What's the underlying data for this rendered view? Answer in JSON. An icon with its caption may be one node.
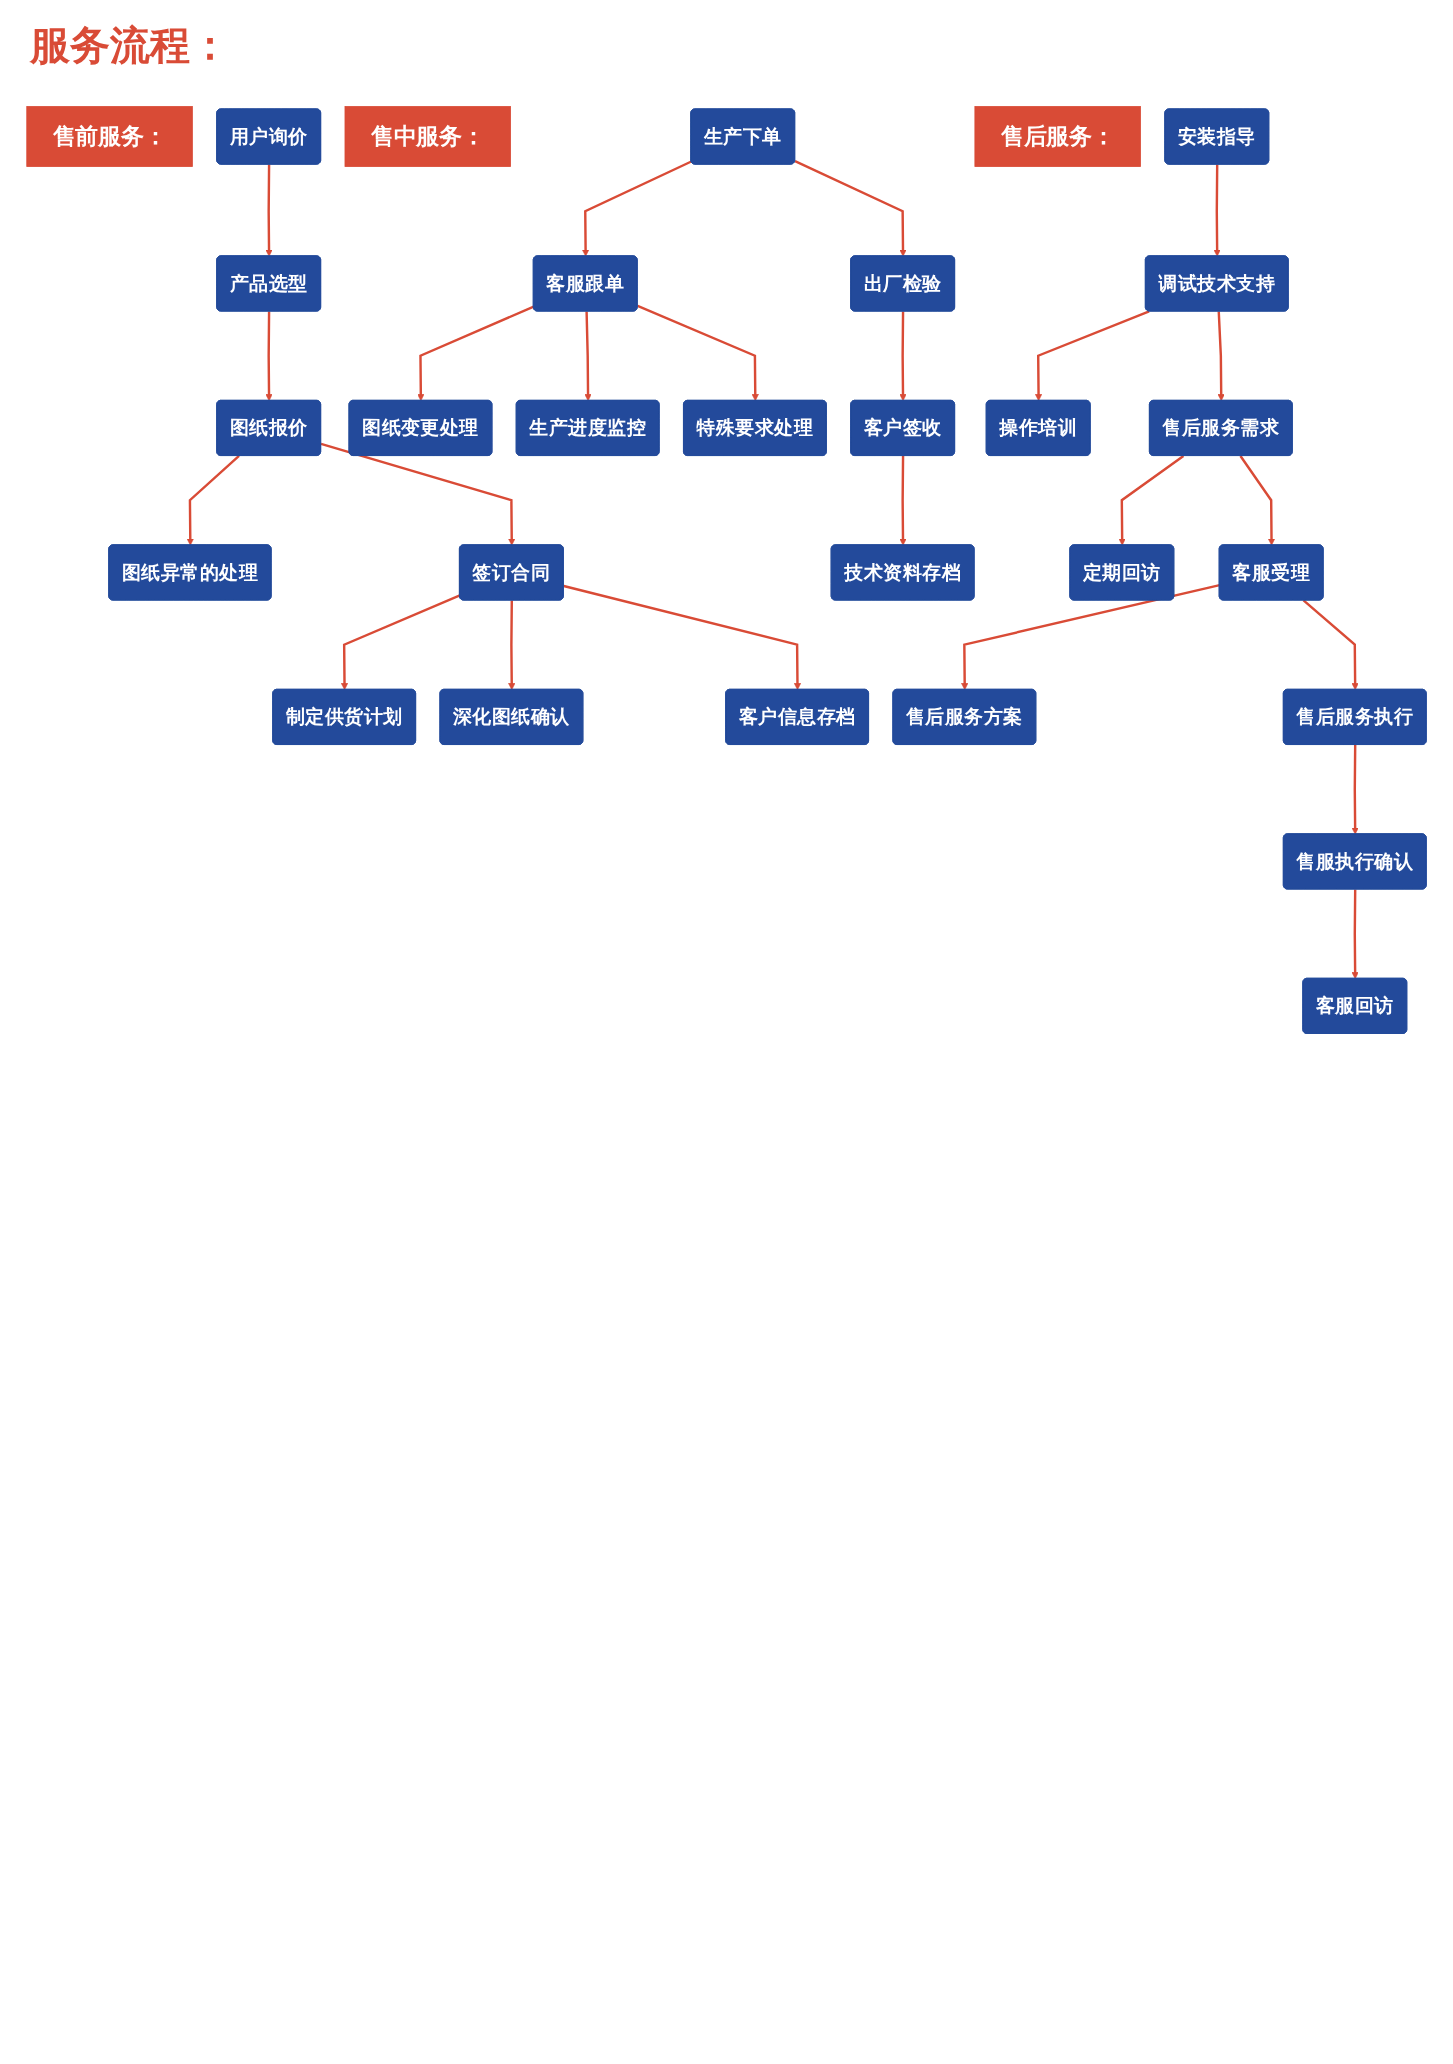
{
  "diagram": {
    "title": "服务流程：",
    "nodes": [
      {
        "text": [
          "售前服务："
        ]
      },
      {
        "text": [
          "用户询价"
        ]
      },
      {
        "text": [
          "产品选型"
        ]
      },
      {
        "text": [
          "图纸异常的处理"
        ]
      },
      {
        "text": [
          "图纸报价"
        ]
      },
      {
        "text": [
          "制定供货计划"
        ]
      },
      {
        "text": [
          "签订合同"
        ]
      },
      {
        "text": [
          "深化图纸确认"
        ]
      },
      {
        "text": [
          "客户信息存档"
        ]
      },
      {
        "text": [
          "售中服务："
        ]
      },
      {
        "text": [
          "图纸变更处理"
        ]
      },
      {
        "text": [
          "生产下单"
        ]
      },
      {
        "text": [
          "客服跟单"
        ]
      },
      {
        "text": [
          "生产进度监控"
        ]
      },
      {
        "text": [
          "特殊要求处理"
        ]
      },
      {
        "text": [
          "出厂检验"
        ]
      },
      {
        "text": [
          "客户签收"
        ]
      },
      {
        "text": [
          "技术资料存档"
        ]
      },
      {
        "text": [
          "售后服务："
        ]
      },
      {
        "text": [
          "安装指导"
        ]
      },
      {
        "text": [
          "调试技术支持"
        ]
      },
      {
        "text": [
          "操作培训"
        ]
      },
      {
        "text": [
          "售后服务需求"
        ]
      },
      {
        "text": [
          "定期回访"
        ]
      },
      {
        "text": [
          "客服受理"
        ]
      },
      {
        "text": [
          "售后服务方案"
        ]
      },
      {
        "text": [
          "售后服务执行"
        ]
      },
      {
        "text": [
          "售服执行确认"
        ]
      },
      {
        "text": [
          "客服回访"
        ]
      }
    ],
    "edges": [
      {
        "from": 1,
        "to": 2,
        "arrow": "to"
      },
      {
        "from": 2,
        "to": 4,
        "arrow": "to"
      },
      {
        "from": 4,
        "to": 3,
        "arrow": "to"
      },
      {
        "from": 4,
        "to": 6,
        "arrow": "to"
      },
      {
        "from": 6,
        "to": 5,
        "arrow": "to"
      },
      {
        "from": 6,
        "to": 7,
        "arrow": "to"
      },
      {
        "from": 6,
        "to": 8,
        "arrow": "to"
      },
      {
        "from": 11,
        "to": 12,
        "arrow": "to"
      },
      {
        "from": 12,
        "to": 10,
        "arrow": "to"
      },
      {
        "from": 12,
        "to": 13,
        "arrow": "to"
      },
      {
        "from": 12,
        "to": 14,
        "arrow": "to"
      },
      {
        "from": 11,
        "to": 15,
        "arrow": "to"
      },
      {
        "from": 15,
        "to": 16,
        "arrow": "to"
      },
      {
        "from": 16,
        "to": 17,
        "arrow": "to"
      },
      {
        "from": 19,
        "to": 20,
        "arrow": "to"
      },
      {
        "from": 20,
        "to": 21,
        "arrow": "to"
      },
      {
        "from": 20,
        "to": 22,
        "arrow": "to"
      },
      {
        "from": 22,
        "to": 23,
        "arrow": "to"
      },
      {
        "from": 22,
        "to": 24,
        "arrow": "to"
      },
      {
        "from": 24,
        "to": 25,
        "arrow": "to"
      },
      {
        "from": 24,
        "to": 26,
        "arrow": "to"
      },
      {
        "from": 26,
        "to": 27,
        "arrow": "to"
      },
      {
        "from": 27,
        "to": 28,
        "arrow": "to"
      }
    ]
  }
}
